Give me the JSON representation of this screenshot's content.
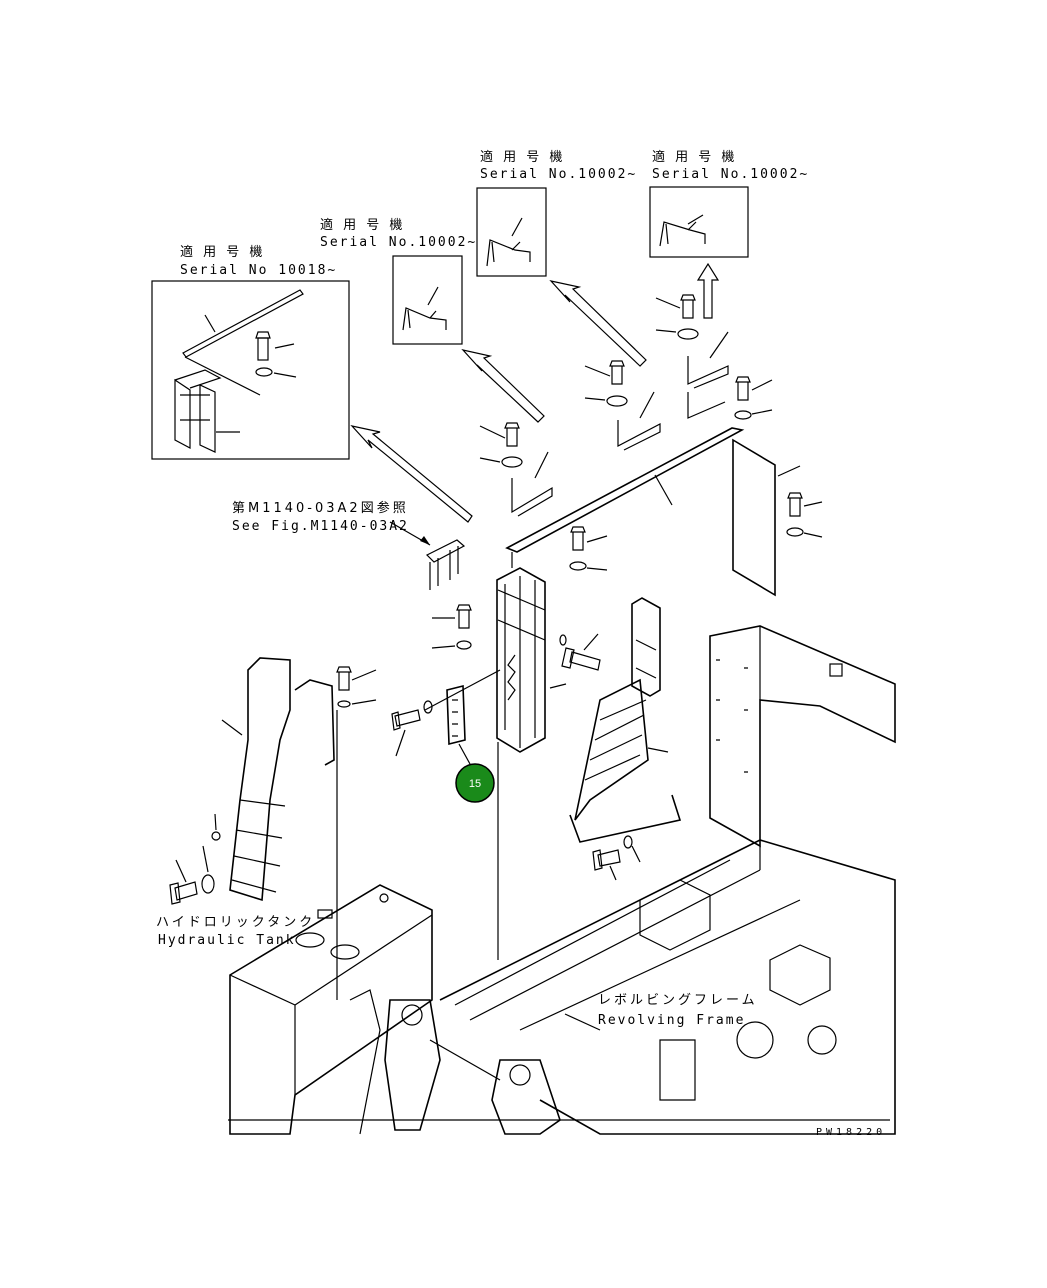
{
  "diagram": {
    "serial_boxes": [
      {
        "jp": "適 用 号 機",
        "en": "Serial No 10018~"
      },
      {
        "jp": "適 用 号 機",
        "en": "Serial No.10002~"
      },
      {
        "jp": "適 用 号 機",
        "en": "Serial No.10002~"
      },
      {
        "jp": "適 用 号 機",
        "en": "Serial No.10002~"
      }
    ],
    "ref": {
      "jp": "第M1140-03A2図参照",
      "en": "See Fig.M1140-03A2"
    },
    "hydraulic_tank": {
      "jp": "ハイドロリックタンク",
      "en": "Hydraulic Tank"
    },
    "revolving_frame": {
      "jp": "レボルビングフレーム",
      "en": "Revolving Frame"
    },
    "callout": {
      "number": "15",
      "color": "#1a8a1a"
    },
    "drawing_code": "PW18220"
  }
}
